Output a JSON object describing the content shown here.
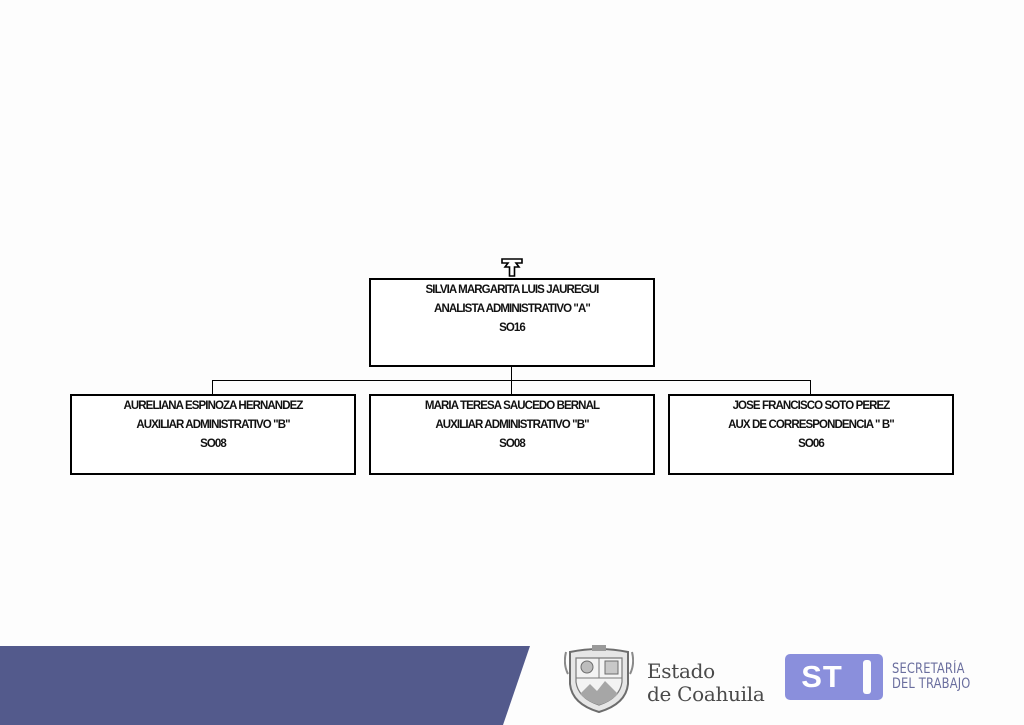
{
  "org_chart": {
    "head": {
      "name": "SILVIA MARGARITA LUIS JAUREGUI",
      "position": "ANALISTA ADMINISTRATIVO \"A\"",
      "code": "SO16"
    },
    "subordinates": [
      {
        "name": "AURELIANA ESPINOZA HERNANDEZ",
        "position": "AUXILIAR ADMINISTRATIVO \"B\"",
        "code": "SO08"
      },
      {
        "name": "MARIA TERESA SAUCEDO BERNAL",
        "position": "AUXILIAR ADMINISTRATIVO \"B\"",
        "code": "SO08"
      },
      {
        "name": "JOSE FRANCISCO SOTO PEREZ",
        "position": "AUX DE CORRESPONDENCIA \" B\"",
        "code": "SO06"
      }
    ]
  },
  "footer": {
    "band_color": "#535a8c",
    "coahuila": {
      "line1": "Estado",
      "line2": "de Coahuila"
    },
    "secretaria": {
      "logo_letters": "ST",
      "line1": "SECRETARÍA",
      "line2": "DEL TRABAJO",
      "color": "#8a8fdc"
    }
  }
}
